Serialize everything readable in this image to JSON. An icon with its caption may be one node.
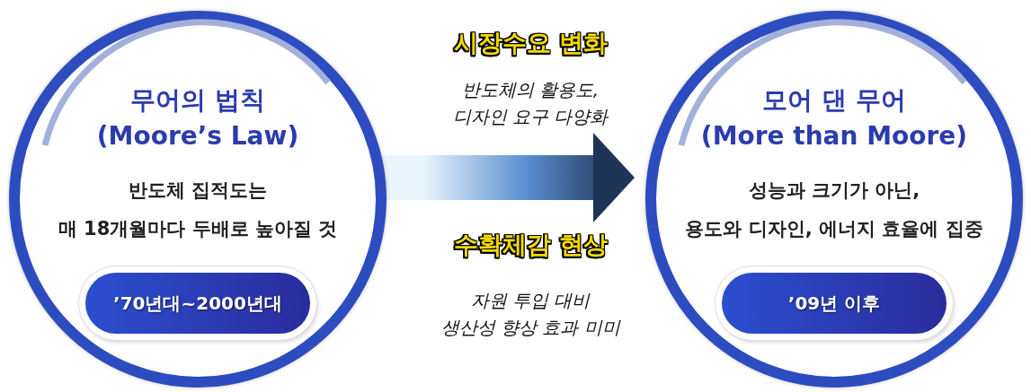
{
  "diagram": {
    "nodes": [
      {
        "text": [
          "무어의 법칙 (Moore’s Law)",
          "반도체 집적도는 매 18개월마다 두배로 높아질 것"
        ]
      },
      {
        "text": [
          "’70년대~2000년대"
        ],
        "in": 0
      },
      {
        "text": [
          "모어 댄 무어 (More than Moore)",
          "성능과 크기가 아닌, 용도와 디자인, 에너지 효율에 집중"
        ]
      },
      {
        "text": [
          "’09년 이후"
        ],
        "in": 2
      }
    ],
    "edges": [
      {
        "from": 0,
        "to": 2,
        "arrow": "to"
      }
    ],
    "labels": [
      "시장수요 변화",
      "반도체의 활용도, 디자인 요구 다양화",
      "수확체감 현상",
      "자원 투입 대비 생산성 향상 효과 미미"
    ]
  }
}
